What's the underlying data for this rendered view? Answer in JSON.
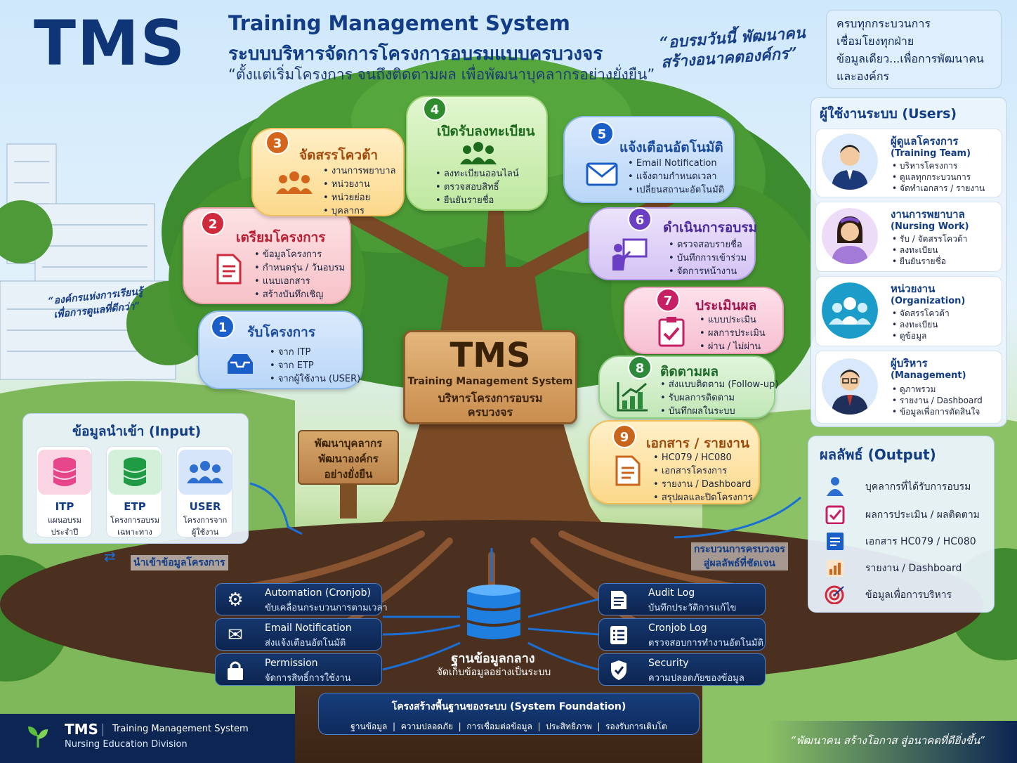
{
  "header": {
    "logo": "TMS",
    "title_en": "Training Management System",
    "title_th": "ระบบบริหารจัดการโครงการอบรมแบบครบวงจร",
    "tagline": "“ตั้งแต่เริ่มโครงการ จนถึงติดตามผล เพื่อพัฒนาบุคลากรอย่างยั่งยืน”",
    "quote": "“อบรมวันนี้ พัฒนาคน สร้างอนาคตองค์กร”",
    "intro": [
      "ครบทุกกระบวนการ",
      "เชื่อมโยงทุกฝ่าย",
      "ข้อมูลเดียว...เพื่อการพัฒนาคน",
      "และองค์กร"
    ]
  },
  "left_quote": "“องค์กรแห่งการเรียนรู้ เพื่อการดูแลที่ดีกว่า”",
  "steps": [
    {
      "num": "1",
      "title": "รับโครงการ",
      "icon": "inbox-icon",
      "color": "#1a5fc7",
      "items": [
        "จาก ITP",
        "จาก ETP",
        "จากผู้ใช้งาน (USER)"
      ]
    },
    {
      "num": "2",
      "title": "เตรียมโครงการ",
      "icon": "document-icon",
      "color": "#d02a3d",
      "items": [
        "ข้อมูลโครงการ",
        "กำหนดรุ่น / วันอบรม",
        "แนบเอกสาร",
        "สร้างบันทึกเชิญ"
      ]
    },
    {
      "num": "3",
      "title": "จัดสรรโควต้า",
      "icon": "group-icon",
      "color": "#d4661c",
      "items": [
        "งานการพยาบาล",
        "หน่วยงาน",
        "หน่วยย่อย",
        "บุคลากร"
      ]
    },
    {
      "num": "4",
      "title": "เปิดรับลงทะเบียน",
      "icon": "group-icon",
      "color": "#2e8b2e",
      "items": [
        "ลงทะเบียนออนไลน์",
        "ตรวจสอบสิทธิ์",
        "ยืนยันรายชื่อ"
      ]
    },
    {
      "num": "5",
      "title": "แจ้งเตือนอัตโนมัติ",
      "icon": "mail-icon",
      "color": "#1a5fc7",
      "items": [
        "Email Notification",
        "แจ้งตามกำหนดเวลา",
        "เปลี่ยนสถานะอัตโนมัติ"
      ]
    },
    {
      "num": "6",
      "title": "ดำเนินการอบรม",
      "icon": "presenter-icon",
      "color": "#6b3fc4",
      "items": [
        "ตรวจสอบรายชื่อ",
        "บันทึกการเข้าร่วม",
        "จัดการหน้างาน"
      ]
    },
    {
      "num": "7",
      "title": "ประเมินผล",
      "icon": "checklist-icon",
      "color": "#c71f63",
      "items": [
        "แบบประเมิน",
        "ผลการประเมิน",
        "ผ่าน / ไม่ผ่าน"
      ]
    },
    {
      "num": "8",
      "title": "ติดตามผล",
      "icon": "growth-chart-icon",
      "color": "#2c8a3a",
      "items": [
        "ส่งแบบติดตาม (Follow-up)",
        "รับผลการติดตาม",
        "บันทึกผลในระบบ"
      ]
    },
    {
      "num": "9",
      "title": "เอกสาร / รายงาน",
      "icon": "report-icon",
      "color": "#c9651b",
      "items": [
        "HC079 / HC080",
        "เอกสารโครงการ",
        "รายงาน / Dashboard",
        "สรุปผลและปิดโครงการ"
      ]
    }
  ],
  "center_sign": {
    "title": "TMS",
    "subtitle": "Training Management System",
    "line1": "บริหารโครงการอบรม",
    "line2": "ครบวงจร"
  },
  "small_sign": [
    "พัฒนาบุคลากร",
    "พัฒนาองค์กร",
    "อย่างยั่งยืน"
  ],
  "input": {
    "title": "ข้อมูลนำเข้า (Input)",
    "items": [
      {
        "label": "ITP",
        "desc": [
          "แผนอบรม",
          "ประจำปี"
        ],
        "icon": "database-icon",
        "color": "#e6458a"
      },
      {
        "label": "ETP",
        "desc": [
          "โครงการอบรม",
          "เฉพาะทาง"
        ],
        "icon": "database-icon",
        "color": "#1f9a45"
      },
      {
        "label": "USER",
        "desc": [
          "โครงการจาก",
          "ผู้ใช้งาน"
        ],
        "icon": "group-icon",
        "color": "#2c6fd1"
      }
    ],
    "arrow_label": "นำเข้าข้อมูลโครงการ"
  },
  "users": {
    "title": "ผู้ใช้งานระบบ (Users)",
    "items": [
      {
        "title": "ผู้ดูแลโครงการ",
        "sub": "(Training Team)",
        "lines": [
          "บริหารโครงการ",
          "ดูแลทุกกระบวนการ",
          "จัดทำเอกสาร / รายงาน"
        ]
      },
      {
        "title": "งานการพยาบาล",
        "sub": "(Nursing Work)",
        "lines": [
          "รับ / จัดสรรโควต้า",
          "ลงทะเบียน",
          "ยืนยันรายชื่อ"
        ]
      },
      {
        "title": "หน่วยงาน",
        "sub": "(Organization)",
        "lines": [
          "จัดสรรโควต้า",
          "ลงทะเบียน",
          "ดูข้อมูล"
        ]
      },
      {
        "title": "ผู้บริหาร",
        "sub": "(Management)",
        "lines": [
          "ดูภาพรวม",
          "รายงาน / Dashboard",
          "ข้อมูลเพื่อการตัดสินใจ"
        ]
      }
    ]
  },
  "output": {
    "title": "ผลลัพธ์ (Output)",
    "items": [
      {
        "label": "บุคลากรที่ได้รับการอบรม",
        "icon": "people-icon",
        "color": "#2c6fd1"
      },
      {
        "label": "ผลการประเมิน / ผลติดตาม",
        "icon": "checklist-icon",
        "color": "#c71f63"
      },
      {
        "label": "เอกสาร HC079 / HC080",
        "icon": "document-icon",
        "color": "#1a5fc7"
      },
      {
        "label": "รายงาน / Dashboard",
        "icon": "bar-chart-icon",
        "color": "#d4661c"
      },
      {
        "label": "ข้อมูลเพื่อการบริหาร",
        "icon": "target-icon",
        "color": "#d02a3d"
      }
    ],
    "arrow_label": [
      "กระบวนการครบวงจร",
      "สู่ผลลัพธ์ที่ชัดเจน"
    ]
  },
  "foundation": {
    "left": [
      {
        "title": "Automation (Cronjob)",
        "desc": "ขับเคลื่อนกระบวนการตามเวลา",
        "icon": "gear-icon"
      },
      {
        "title": "Email Notification",
        "desc": "ส่งแจ้งเตือนอัตโนมัติ",
        "icon": "mail-icon"
      },
      {
        "title": "Permission",
        "desc": "จัดการสิทธิ์การใช้งาน",
        "icon": "lock-icon"
      }
    ],
    "right": [
      {
        "title": "Audit Log",
        "desc": "บันทึกประวัติการแก้ไข",
        "icon": "log-icon"
      },
      {
        "title": "Cronjob Log",
        "desc": "ตรวจสอบการทำงานอัตโนมัติ",
        "icon": "list-icon"
      },
      {
        "title": "Security",
        "desc": "ความปลอดภัยของข้อมูล",
        "icon": "shield-icon"
      }
    ],
    "db_title": "ฐานข้อมูลกลาง",
    "db_desc": "จัดเก็บข้อมูลอย่างเป็นระบบ",
    "bar_title": "โครงสร้างพื้นฐานของระบบ (System Foundation)",
    "bar_items": "ฐานข้อมูล  |  ความปลอดภัย  |  การเชื่อมต่อข้อมูล  |  ประสิทธิภาพ  |  รองรับการเติบโต"
  },
  "footer": {
    "brand": "TMS",
    "system": "Training Management System",
    "division": "Nursing Education Division",
    "quote": "“พัฒนาคน สร้างโอกาส สู่อนาคตที่ดียิ่งขึ้น”"
  }
}
